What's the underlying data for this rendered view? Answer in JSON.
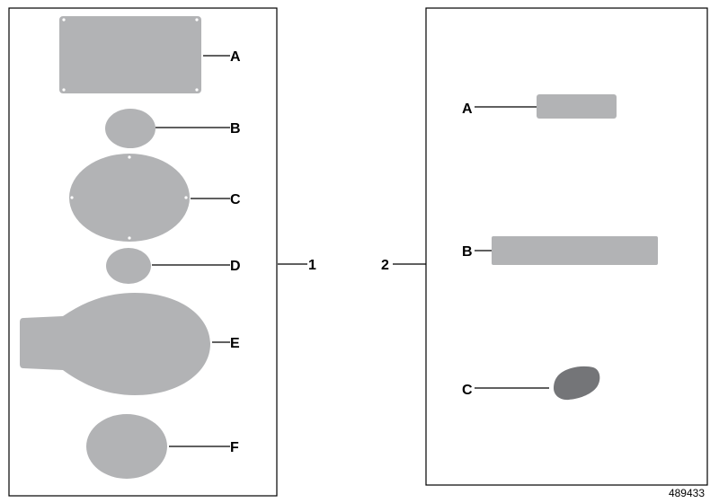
{
  "group1": {
    "number": "1",
    "labels": {
      "a": "A",
      "b": "B",
      "c": "C",
      "d": "D",
      "e": "E",
      "f": "F"
    }
  },
  "group2": {
    "number": "2",
    "labels": {
      "a": "A",
      "b": "B",
      "c": "C"
    }
  },
  "colors": {
    "part_light": "#b2b3b5",
    "part_dark": "#747578",
    "line": "#000000"
  },
  "document_id": "489433"
}
